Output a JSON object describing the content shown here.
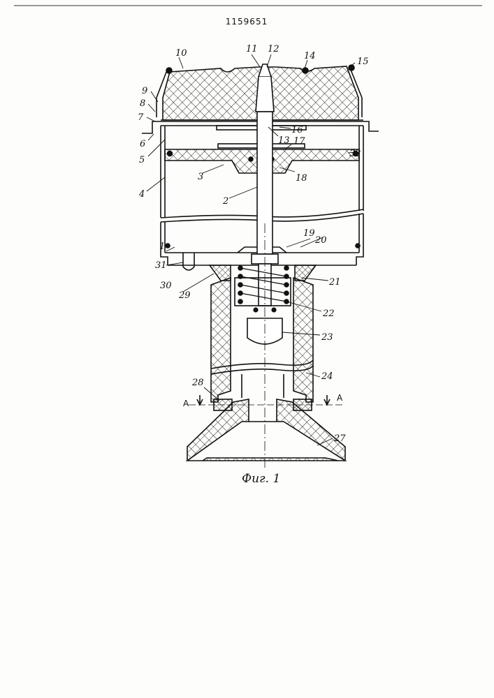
{
  "document": {
    "patent_number": "1159651",
    "figure_caption": "Фиг. 1"
  },
  "section_marks": {
    "left": "A",
    "right": "A"
  },
  "part_labels": [
    {
      "id": "p1",
      "text": "1"
    },
    {
      "id": "p2",
      "text": "2"
    },
    {
      "id": "p3",
      "text": "3"
    },
    {
      "id": "p4",
      "text": "4"
    },
    {
      "id": "p5",
      "text": "5"
    },
    {
      "id": "p6",
      "text": "6"
    },
    {
      "id": "p7",
      "text": "7"
    },
    {
      "id": "p8",
      "text": "8"
    },
    {
      "id": "p9",
      "text": "9"
    },
    {
      "id": "p10",
      "text": "10"
    },
    {
      "id": "p11",
      "text": "11"
    },
    {
      "id": "p12",
      "text": "12"
    },
    {
      "id": "p13",
      "text": "13"
    },
    {
      "id": "p14",
      "text": "14"
    },
    {
      "id": "p15",
      "text": "15"
    },
    {
      "id": "p16",
      "text": "16"
    },
    {
      "id": "p17",
      "text": "17"
    },
    {
      "id": "p18",
      "text": "18"
    },
    {
      "id": "p19",
      "text": "19"
    },
    {
      "id": "p20",
      "text": "20"
    },
    {
      "id": "p21",
      "text": "21"
    },
    {
      "id": "p22",
      "text": "22"
    },
    {
      "id": "p23",
      "text": "23"
    },
    {
      "id": "p24",
      "text": "24"
    },
    {
      "id": "p27",
      "text": "27"
    },
    {
      "id": "p28",
      "text": "28"
    },
    {
      "id": "p29",
      "text": "29"
    },
    {
      "id": "p30",
      "text": "30"
    },
    {
      "id": "p31",
      "text": "31"
    },
    {
      "id": "p32",
      "text": "32"
    }
  ]
}
